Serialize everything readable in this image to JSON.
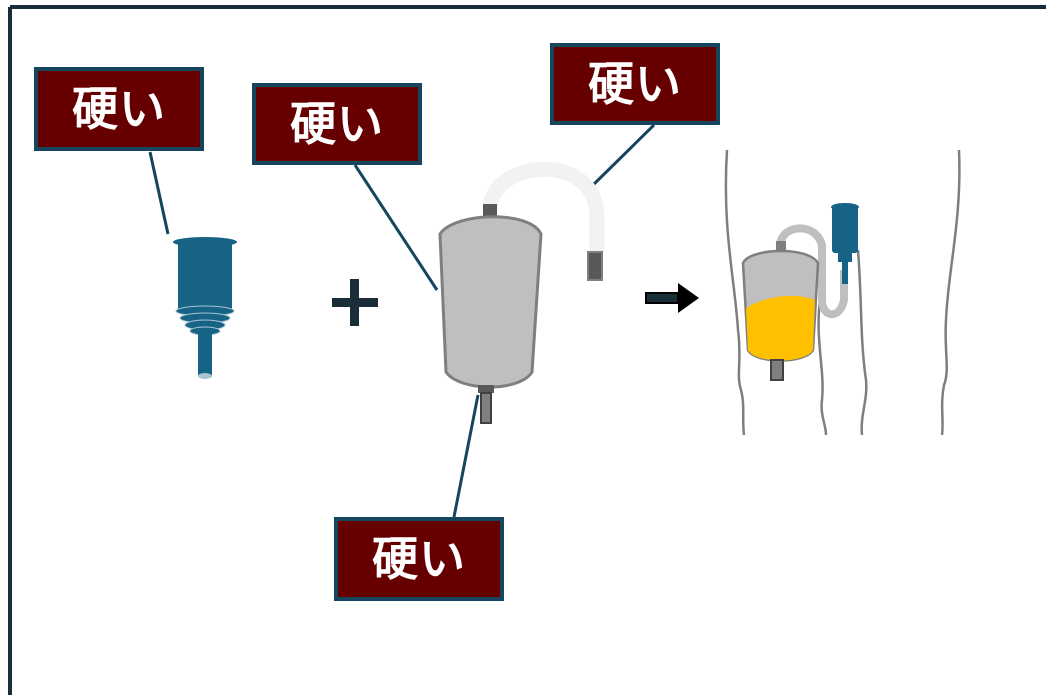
{
  "labels": {
    "connector": "硬い",
    "bag": "硬い",
    "tube": "硬い",
    "valve": "硬い"
  },
  "colors": {
    "label_bg": "#660000",
    "label_border": "#15465e",
    "connector_blue": "#166386",
    "bag_gray": "#bfbfbf",
    "urine_yellow": "#ffc000"
  },
  "icons": {
    "plus": "plus-icon",
    "arrow": "arrow-right-icon"
  }
}
